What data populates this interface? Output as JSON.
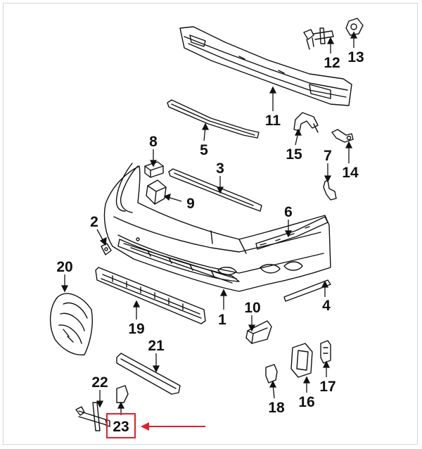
{
  "diagram": {
    "highlight_color": "#e0202a",
    "line_color": "#111111",
    "callouts": [
      {
        "id": "p1",
        "label": "1"
      },
      {
        "id": "p2",
        "label": "2"
      },
      {
        "id": "p3",
        "label": "3"
      },
      {
        "id": "p4",
        "label": "4"
      },
      {
        "id": "p5",
        "label": "5"
      },
      {
        "id": "p6",
        "label": "6"
      },
      {
        "id": "p7",
        "label": "7"
      },
      {
        "id": "p8",
        "label": "8"
      },
      {
        "id": "p9",
        "label": "9"
      },
      {
        "id": "p10",
        "label": "10"
      },
      {
        "id": "p11",
        "label": "11"
      },
      {
        "id": "p12",
        "label": "12"
      },
      {
        "id": "p13",
        "label": "13"
      },
      {
        "id": "p14",
        "label": "14"
      },
      {
        "id": "p15",
        "label": "15"
      },
      {
        "id": "p16",
        "label": "16"
      },
      {
        "id": "p17",
        "label": "17"
      },
      {
        "id": "p18",
        "label": "18"
      },
      {
        "id": "p19",
        "label": "19"
      },
      {
        "id": "p20",
        "label": "20"
      },
      {
        "id": "p21",
        "label": "21"
      },
      {
        "id": "p22",
        "label": "22"
      },
      {
        "id": "p23",
        "label": "23",
        "highlighted": true
      }
    ]
  }
}
